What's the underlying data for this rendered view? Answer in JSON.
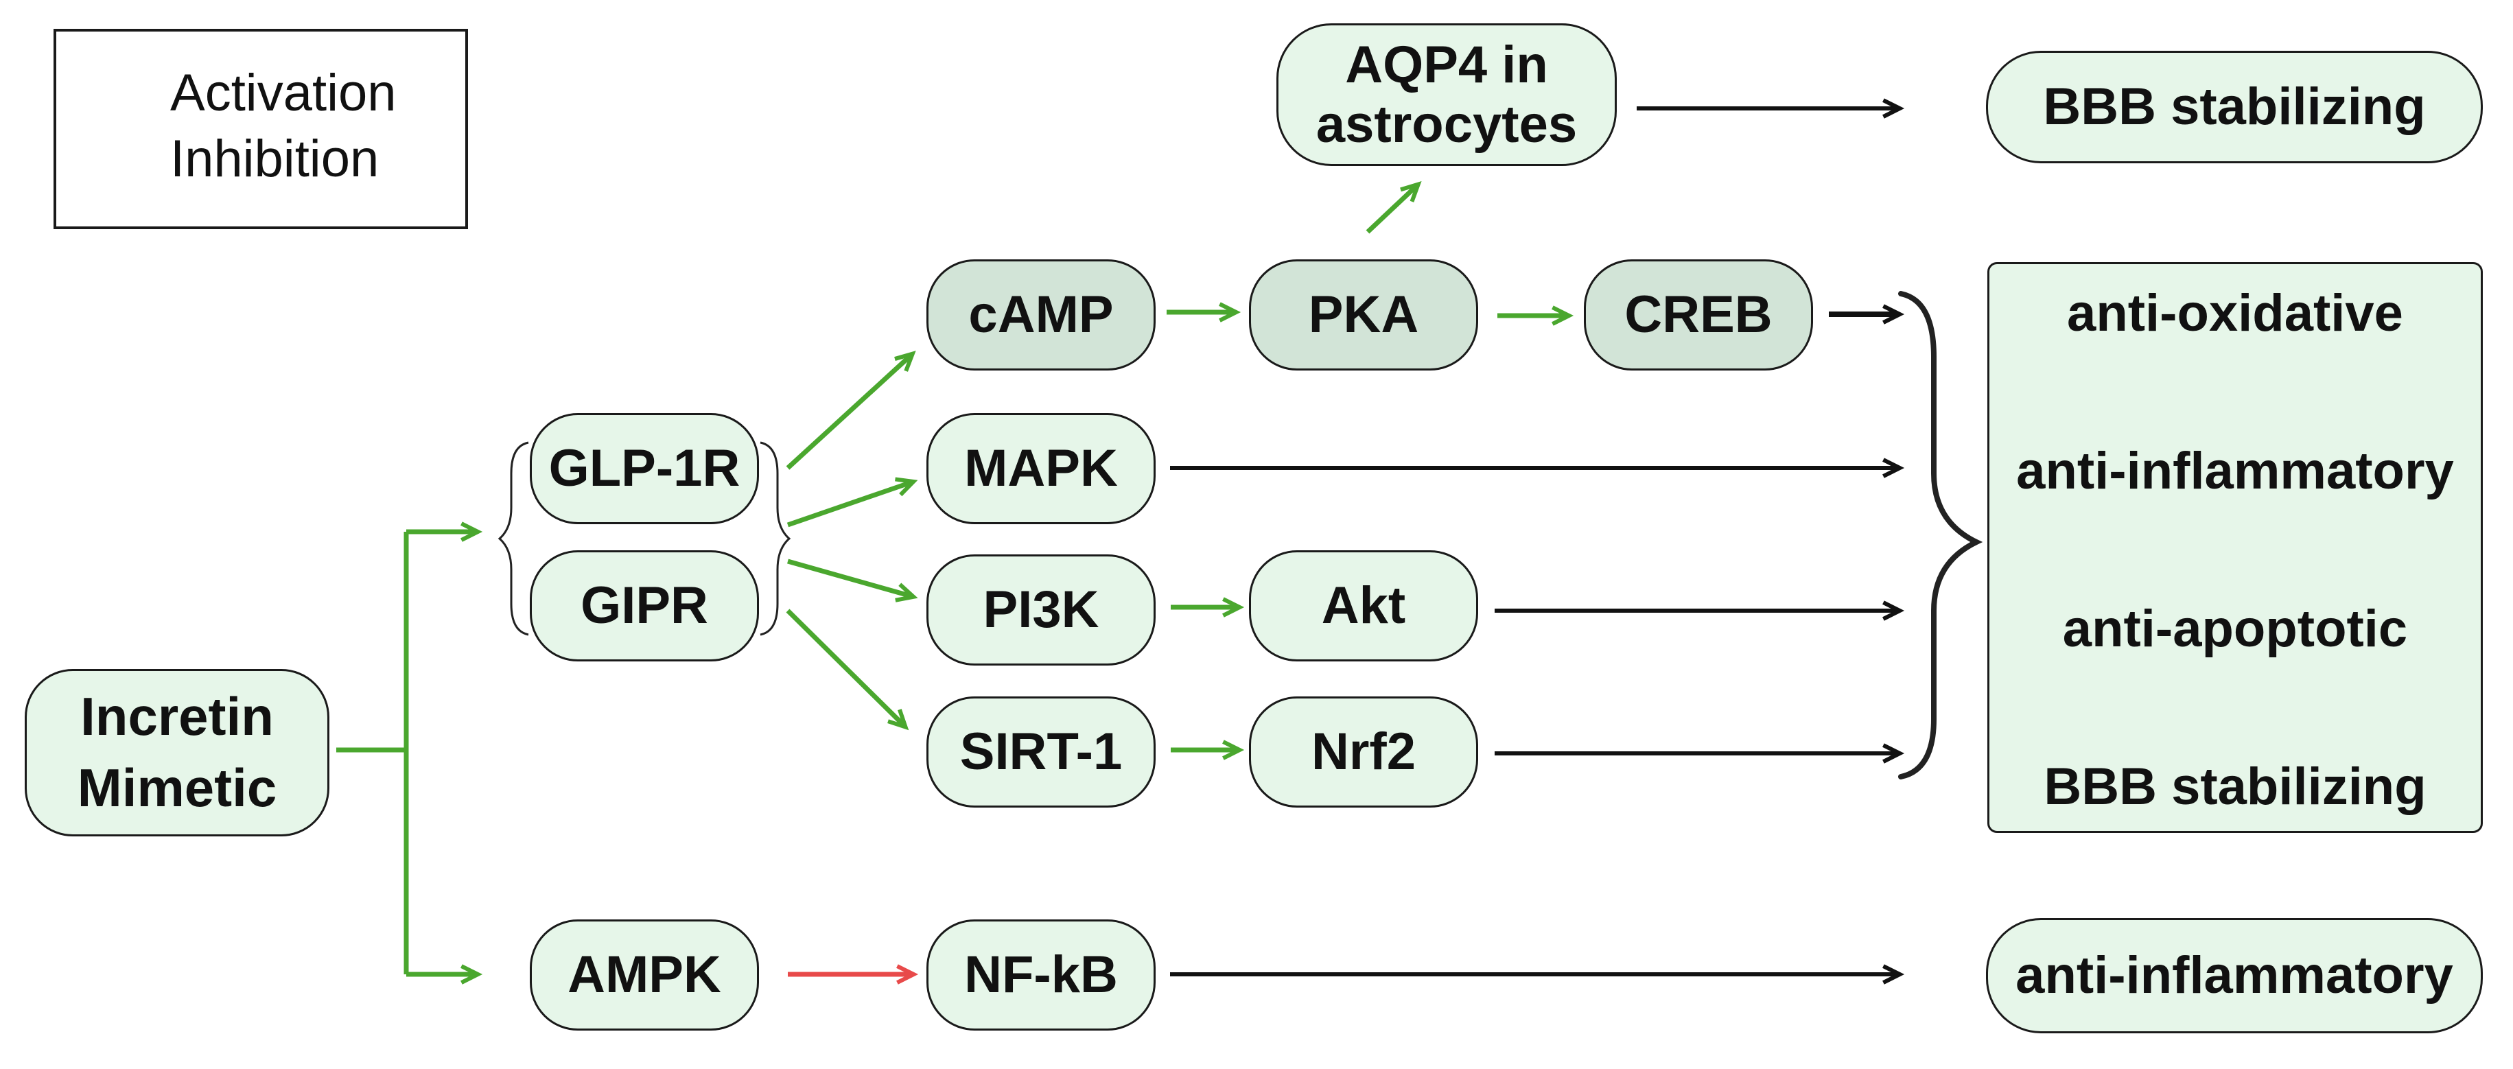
{
  "legend": {
    "activation_label": "Activation",
    "inhibition_label": "Inhibition"
  },
  "colors": {
    "activation": "#4aa72e",
    "inhibition": "#e84a4a",
    "neutral": "#111111",
    "node_fill": "#e6f6e9",
    "node_fill_dark": "#d2e4d7"
  },
  "nodes": {
    "incretin_line1": "Incretin",
    "incretin_line2": "Mimetic",
    "glp1r": "GLP-1R",
    "gipr": "GIPR",
    "ampk": "AMPK",
    "camp": "cAMP",
    "mapk": "MAPK",
    "pi3k": "PI3K",
    "sirt1": "SIRT-1",
    "nfkb": "NF-kB",
    "pka": "PKA",
    "akt": "Akt",
    "nrf2": "Nrf2",
    "creb": "CREB",
    "aqp4_line1": "AQP4 in",
    "aqp4_line2": "astrocytes"
  },
  "outcomes": {
    "top": "BBB stabilizing",
    "bottom": "anti-inflammatory",
    "group": [
      "anti-oxidative",
      "anti-inflammatory",
      "anti-apoptotic",
      "BBB stabilizing"
    ]
  }
}
